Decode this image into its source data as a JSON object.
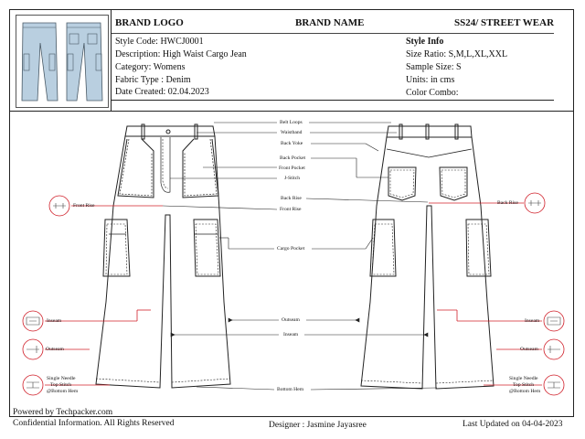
{
  "header": {
    "brand_logo": "BRAND LOGO",
    "brand_name": "BRAND NAME",
    "season": "SS24/ STREET WEAR"
  },
  "style_details": {
    "style_code": "Style Code: HWCJ0001",
    "description": "Description: High Waist Cargo Jean",
    "category": "Category: Womens",
    "fabric_type": "Fabric Type : Denim",
    "date_created": "Date Created: 02.04.2023"
  },
  "style_info": {
    "title": "Style Info",
    "size_ratio": "Size Ratio: S,M,L,XL,XXL",
    "sample_size": "Sample Size: S",
    "units": "Units: in cms",
    "color_combo": "Color Combo:"
  },
  "callouts": {
    "belt_loops": "Belt Loops",
    "waistband": "Waistband",
    "back_yoke": "Back Yoke",
    "back_pocket": "Back Pocket",
    "front_pocket": "Front Pocket",
    "j_stitch": "J-Stitch",
    "back_rise_center": "Back Rise",
    "front_rise_center": "Front Rise",
    "cargo_pocket": "Cargo Pocket",
    "outseam_center": "Outseam",
    "inseam_center": "Inseam",
    "bottom_hem": "Bottom Hem",
    "front_rise_left": "Front Rise",
    "back_rise_right": "Back Rise",
    "inseam_left": "Inseam",
    "outseam_left": "Outseam",
    "stitch_left_1": "Single Needle",
    "stitch_left_2": "Top Stitch",
    "stitch_left_3": "@Bottom Hem",
    "inseam_right": "Inseam",
    "outseam_right": "Outseam",
    "stitch_right_1": "Single Needle",
    "stitch_right_2": "Top Stitch",
    "stitch_right_3": "@Bottom Hem"
  },
  "footer": {
    "powered_by": "Powered by Techpacker.com",
    "confidential": "Confidential Information. All Rights Reserved",
    "designer": "Designer : Jasmine Jayasree",
    "last_updated": "Last Updated on 04-04-2023"
  },
  "colors": {
    "accent_red": "#d0202a",
    "denim_blue": "#b9cfe0",
    "line": "#222222"
  }
}
